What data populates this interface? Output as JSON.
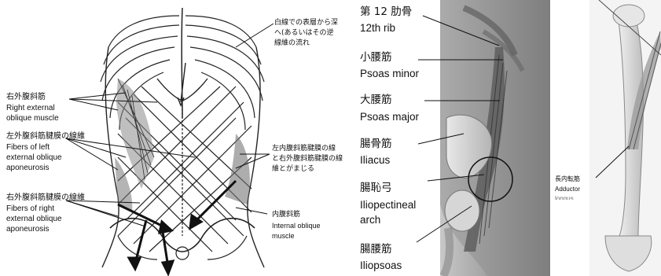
{
  "panel_abdomen": {
    "right_external_oblique": {
      "jp": "右外腹斜筋",
      "en1": "Right external",
      "en2": "oblique muscle"
    },
    "left_eo_aponeurosis": {
      "jp": "左外腹斜筋腱膜の線維",
      "en1": "Fibers of left",
      "en2": "external oblique",
      "en3": "aponeurosis"
    },
    "right_eo_aponeurosis": {
      "jp": "右外腹斜筋腱膜の線維",
      "en1": "Fibers of right",
      "en2": "external oblique",
      "en3": "aponeurosis"
    },
    "top_note": {
      "l1": "白線での表層から深",
      "l2": "へ(あるいはその逆",
      "l3": "線維の流れ"
    },
    "mixing_note": {
      "l1": "左内腹斜筋腱膜の線",
      "l2": "と右外腹斜筋腱膜の線",
      "l3": "維とがまじる"
    },
    "internal_oblique": {
      "jp": "内腹斜筋",
      "en1": "Internal oblique",
      "en2": "muscle"
    }
  },
  "panel_psoas": {
    "rib12": {
      "jp": "第 12 肋骨",
      "en": "12th rib"
    },
    "psoas_minor": {
      "jp": "小腰筋",
      "en": "Psoas minor"
    },
    "psoas_major": {
      "jp": "大腰筋",
      "en": "Psoas major"
    },
    "iliacus": {
      "jp": "腸骨筋",
      "en": "Iliacus"
    },
    "iliopectineal_arch": {
      "jp": "腸恥弓",
      "en1": "Iliopectineal",
      "en2": "arch"
    },
    "iliopsoas": {
      "jp": "腸腰筋",
      "en": "Iliopsoas"
    }
  },
  "panel_thigh": {
    "adductor_longus": {
      "jp": "長内転筋",
      "en": "Adductor",
      "en2": "longus"
    }
  }
}
